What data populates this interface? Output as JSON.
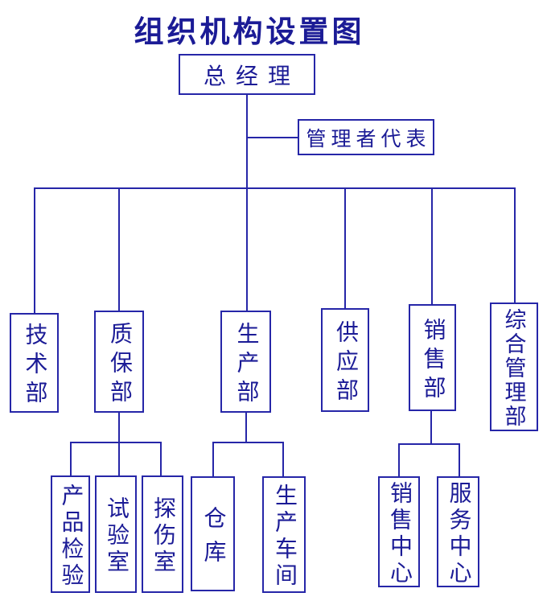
{
  "title": "组织机构设置图",
  "colors": {
    "line": "#2626a8",
    "text": "#1b1b96",
    "background": "#ffffff"
  },
  "org": {
    "general_manager": "总经理",
    "management_representative": "管理者代表",
    "departments": [
      "技术部",
      "质保部",
      "生产部",
      "供应部",
      "销售部",
      "综合管理部"
    ],
    "quality_children": [
      "产品检验",
      "试验室",
      "探伤室"
    ],
    "production_children": [
      "仓库",
      "生产车间"
    ],
    "sales_children": [
      "销售中心",
      "服务中心"
    ]
  }
}
